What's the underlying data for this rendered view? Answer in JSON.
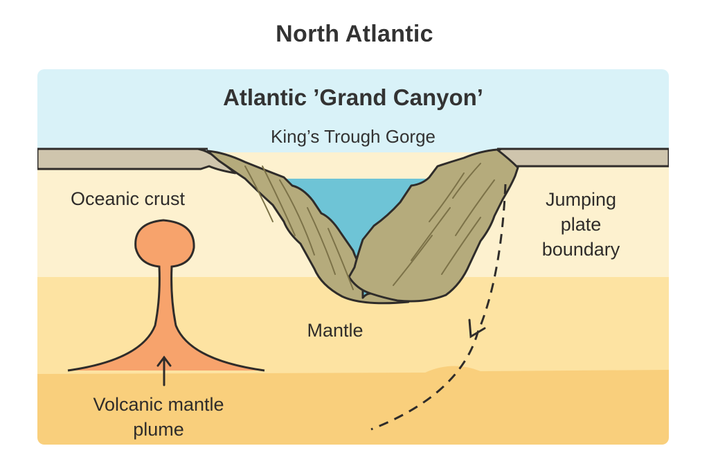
{
  "title": "North Atlantic",
  "diagram": {
    "heading": "Atlantic ’Grand Canyon’",
    "subheading": "King’s Trough Gorge",
    "labels": {
      "oceanic_crust": "Oceanic crust",
      "jumping_plate_boundary": "Jumping\nplate\nboundary",
      "mantle": "Mantle",
      "volcanic_mantle_plume": "Volcanic mantle\nplume"
    },
    "colors": {
      "sky_water": "#d9f2f8",
      "gorge_water": "#6ec4d6",
      "seafloor_layer": "#cfc5ad",
      "crust": "#fdf1cf",
      "upper_mantle": "#fde3a2",
      "lower_mantle": "#f9cf7c",
      "gorge_rock": "#b5ab7c",
      "plume": "#f7a36c",
      "outline": "#2f2c2a"
    }
  }
}
